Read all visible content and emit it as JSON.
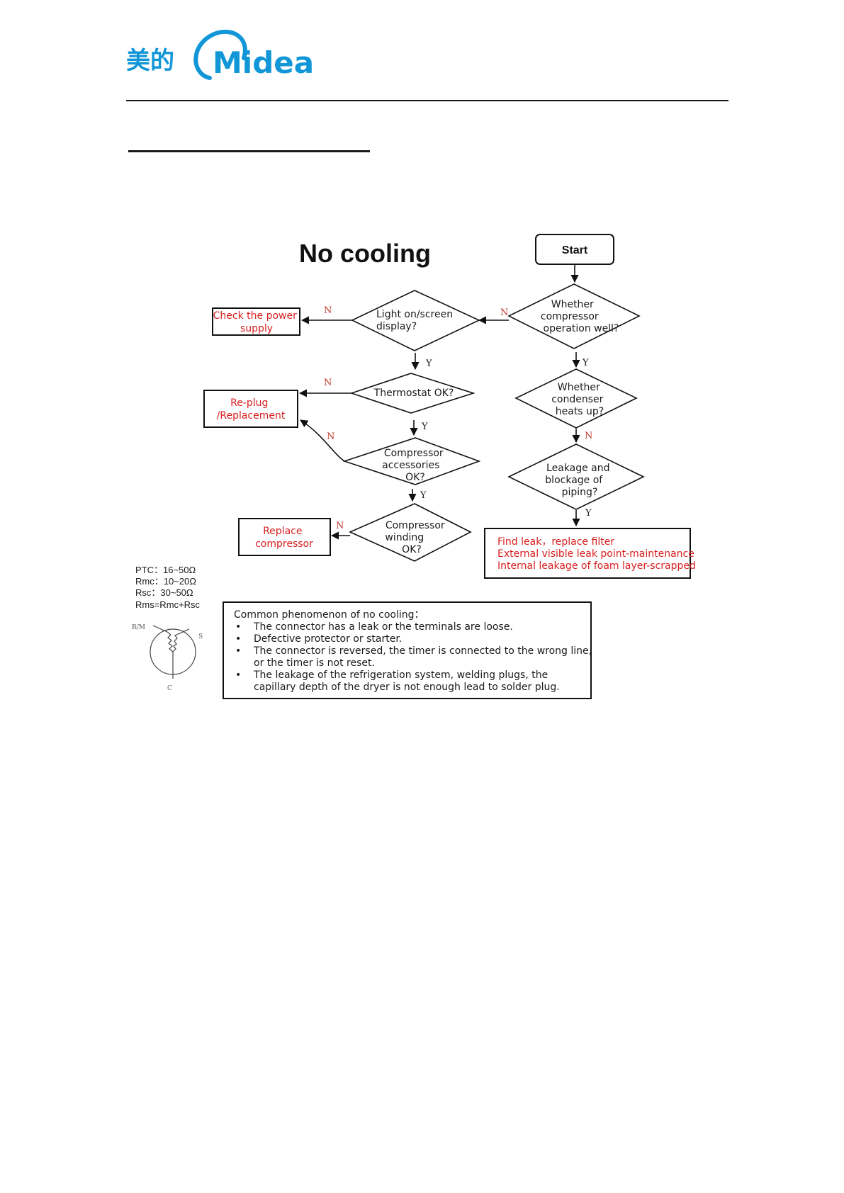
{
  "header": {
    "logo_cn": "美的",
    "logo_en": "Midea",
    "brand_color": "#1196d8"
  },
  "chart": {
    "title": "No cooling",
    "start": "Start",
    "nodes": {
      "compressor_op": [
        "Whether",
        "compressor",
        "operation well?"
      ],
      "light_on": [
        "Light on/screen",
        "display?"
      ],
      "thermostat": [
        "Thermostat OK?"
      ],
      "comp_accessories": [
        "Compressor",
        "accessories",
        "OK?"
      ],
      "comp_winding": [
        "Compressor",
        "winding",
        "OK?"
      ],
      "condenser": [
        "Whether",
        "condenser",
        "heats up?"
      ],
      "leakage": [
        "Leakage and",
        "blockage of",
        "piping?"
      ]
    },
    "actions": {
      "check_power": [
        "Check the power",
        "supply"
      ],
      "replug": [
        "Re-plug",
        "/Replacement"
      ],
      "replace_compressor": [
        "Replace",
        "compressor"
      ],
      "find_leak": [
        "Find leak，replace filter",
        "External visible leak point-maintenance",
        "Internal leakage of foam layer-scrapped"
      ]
    },
    "labels": {
      "yes": "Y",
      "no": "N"
    }
  },
  "resistance": {
    "lines": [
      "PTC：16~50Ω",
      "Rmc：10~20Ω",
      "Rsc：30~50Ω",
      "Rms=Rmc+Rsc"
    ],
    "diagram_labels": {
      "rm": "R/M",
      "s": "S",
      "c": "C"
    }
  },
  "common": {
    "title": "Common phenomenon of no cooling：",
    "bullets": [
      [
        "The connector has a leak or the terminals are loose."
      ],
      [
        "Defective protector or starter."
      ],
      [
        "The connector is reversed, the timer is connected to the wrong line,",
        "or the timer is not reset."
      ],
      [
        "The leakage of the refrigeration system, welding plugs, the",
        "capillary depth of the dryer is not enough lead to solder plug."
      ]
    ]
  }
}
